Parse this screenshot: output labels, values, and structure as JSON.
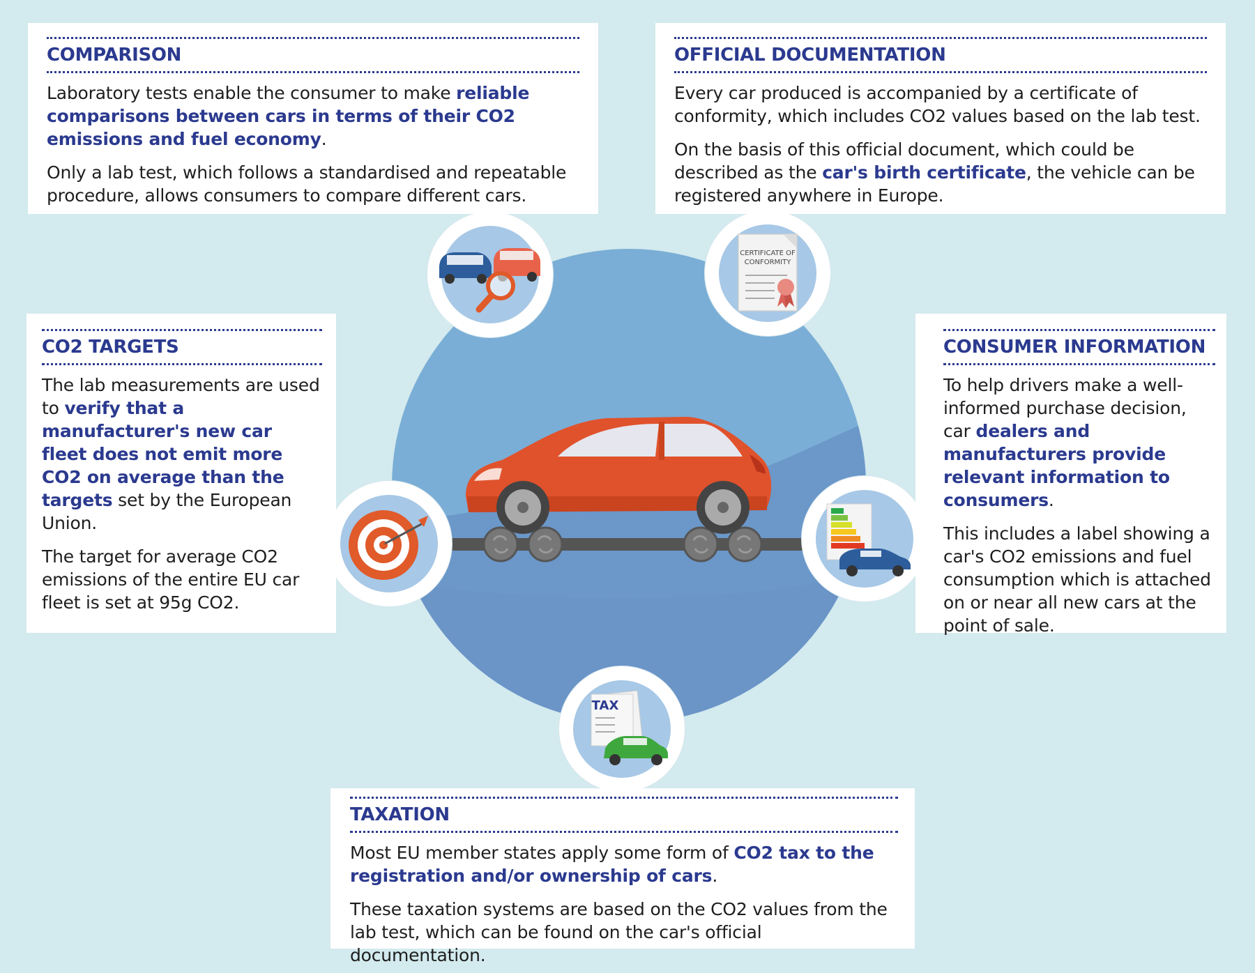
{
  "panels": {
    "comparison": {
      "title": "COMPARISON",
      "p1": [
        "Laboratory tests enable the consumer to make ",
        "reliable comparisons between cars in terms of their CO2 emissions and fuel economy",
        "."
      ],
      "p2": "Only a lab test, which follows a standardised and repeatable procedure, allows consumers to compare different cars."
    },
    "official": {
      "title": "OFFICIAL DOCUMENTATION",
      "p1": "Every car produced is accompanied by a certificate of conformity, which includes CO2 values based on the lab test.",
      "p2": [
        "On the basis of this official document, which could be described as the ",
        "car's birth certificate",
        ", the vehicle can be registered anywhere in Europe."
      ]
    },
    "co2_targets": {
      "title": "CO2 TARGETS",
      "p1": [
        "The lab measurements are used to ",
        "verify that a manufacturer's new car fleet does not emit more CO2 on average than the targets",
        " set by the European Union."
      ],
      "p2": "The target for average CO2 emissions of the entire EU car fleet is set at 95g CO2."
    },
    "consumer": {
      "title": "CONSUMER INFORMATION",
      "p1": [
        "To help drivers make a well-informed purchase decision, car ",
        "dealers and manufacturers provide relevant information to consumers",
        "."
      ],
      "p2": "This includes a label showing a car's CO2 emissions and fuel consumption which is attached on or near all new cars at the point of sale."
    },
    "taxation": {
      "title": "TAXATION",
      "p1": [
        "Most EU member states apply some form of ",
        "CO2 tax to the registration and/or ownership of cars",
        "."
      ],
      "p2": "These taxation systems are based on the CO2 values from the lab test, which can be found on the car's official documentation."
    }
  },
  "icons": {
    "certificate_line1": "CERTIFICATE OF",
    "certificate_line2": "CONFORMITY",
    "tax_label": "TAX"
  },
  "colors": {
    "background": "#d3eaee",
    "accent": "#2b3a8f",
    "big_circle": "#6f9fcf",
    "car": "#e0522c"
  }
}
